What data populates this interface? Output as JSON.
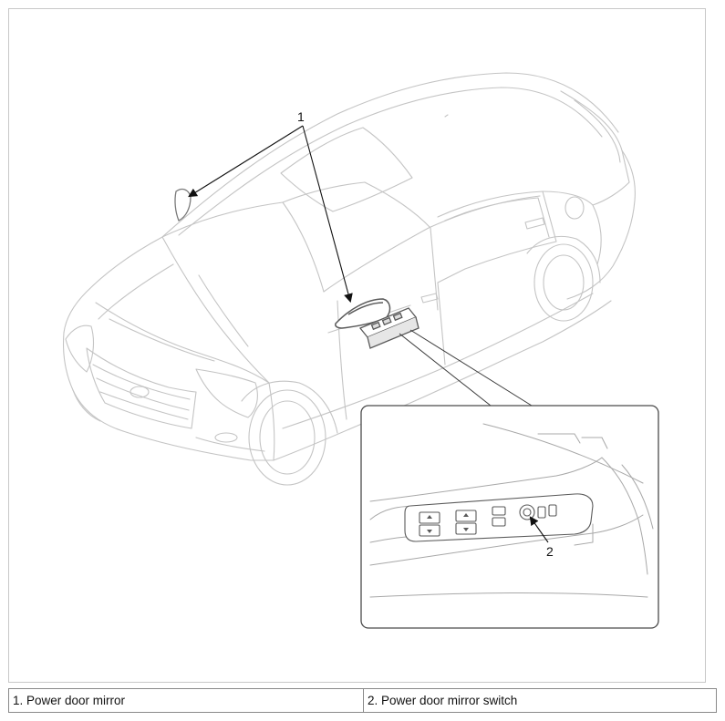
{
  "diagram": {
    "callouts": {
      "one": "1",
      "two": "2"
    }
  },
  "legend": {
    "items": [
      {
        "label": "1. Power door mirror"
      },
      {
        "label": "2. Power door mirror switch"
      }
    ]
  },
  "colors": {
    "line": "#c4c4c4",
    "detail_line": "#9a9a9a",
    "callout": "#111111",
    "frame_border": "#c8c8c8",
    "table_border": "#8a8a8a"
  }
}
